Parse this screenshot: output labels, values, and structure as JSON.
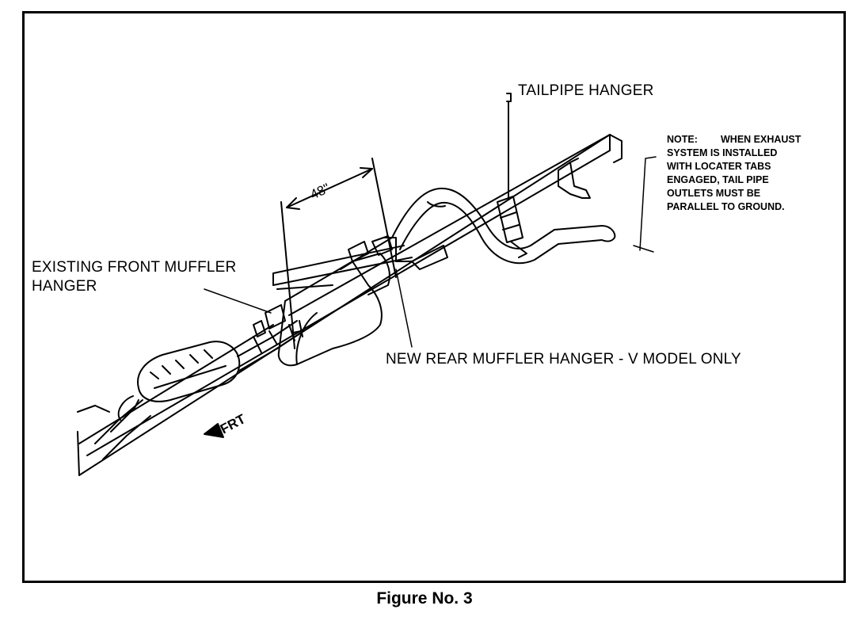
{
  "labels": {
    "tailpipe_hanger": "TAILPIPE  HANGER",
    "existing_front_muffler_line1": "EXISTING FRONT MUFFLER",
    "existing_front_muffler_line2": "HANGER",
    "new_rear_muffler_hanger": "NEW REAR MUFFLER HANGER - V MODEL ONLY",
    "dimension": "48\"",
    "front_arrow": "FRT"
  },
  "note": {
    "heading": "NOTE:",
    "lines": [
      "WHEN EXHAUST",
      "SYSTEM IS INSTALLED",
      "WITH LOCATER TABS",
      "ENGAGED, TAIL PIPE",
      "OUTLETS MUST BE",
      "PARALLEL TO GROUND."
    ]
  },
  "caption": "Figure No. 3"
}
